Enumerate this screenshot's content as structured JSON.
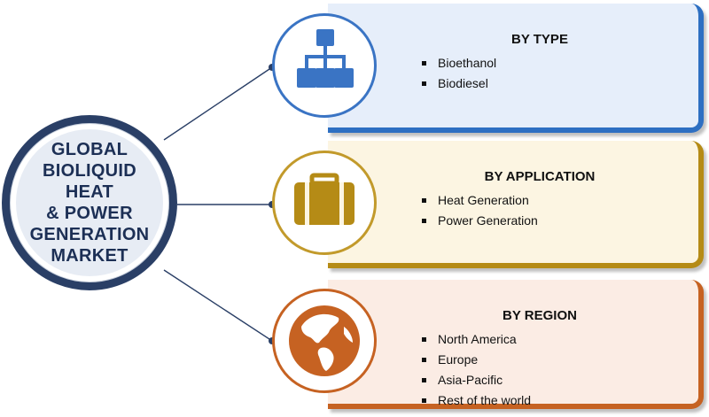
{
  "hub": {
    "title_lines": [
      "GLOBAL",
      "BIOLIQUID HEAT",
      "& POWER",
      "GENERATION",
      "MARKET"
    ]
  },
  "segments": [
    {
      "title": "BY TYPE",
      "icon": "hierarchy-icon",
      "accent": "#2d6fc2",
      "items": [
        "Bioethanol",
        "Biodiesel"
      ]
    },
    {
      "title": "BY APPLICATION",
      "icon": "briefcase-icon",
      "accent": "#b58b16",
      "items": [
        "Heat Generation",
        "Power Generation"
      ]
    },
    {
      "title": "BY REGION",
      "icon": "globe-icon",
      "accent": "#c66222",
      "items": [
        "North America",
        "Europe",
        "Asia-Pacific",
        "Rest of the world"
      ]
    }
  ],
  "colors": {
    "hub_border": "#2a3f66",
    "hub_fill": "#e7ecf4",
    "connector": "#2a3f66"
  }
}
